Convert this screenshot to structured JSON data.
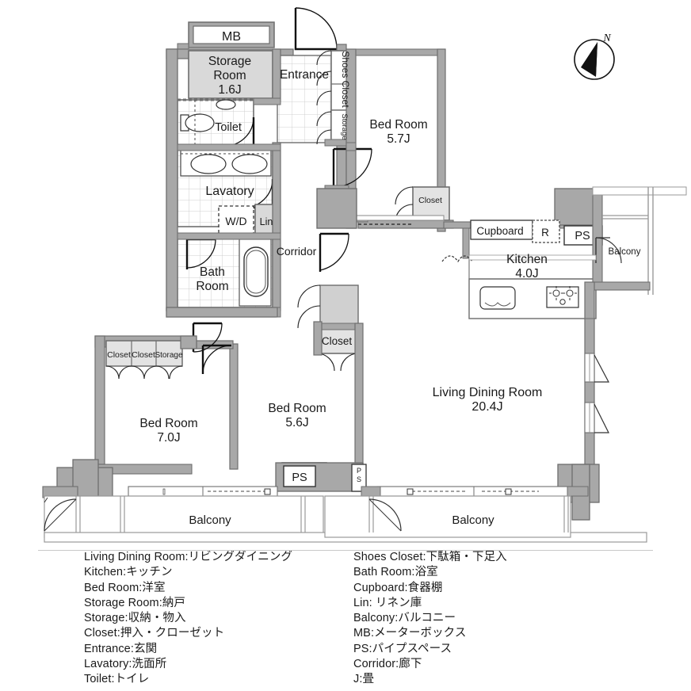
{
  "document": {
    "type": "floor-plan",
    "compass_label": "N"
  },
  "rooms": [
    {
      "id": "mb",
      "label": "MB",
      "area": ""
    },
    {
      "id": "storage-room",
      "label": "Storage\nRoom",
      "area": "1.6J"
    },
    {
      "id": "entrance",
      "label": "Entrance",
      "area": ""
    },
    {
      "id": "shoes-closet",
      "label": "Shoes Closet",
      "area": ""
    },
    {
      "id": "storage-ent",
      "label": "Storage",
      "area": ""
    },
    {
      "id": "toilet",
      "label": "Toilet",
      "area": ""
    },
    {
      "id": "lavatory",
      "label": "Lavatory",
      "area": ""
    },
    {
      "id": "wd",
      "label": "W/D",
      "area": ""
    },
    {
      "id": "lin",
      "label": "Lin",
      "area": ""
    },
    {
      "id": "bath-room",
      "label": "Bath\nRoom",
      "area": ""
    },
    {
      "id": "corridor",
      "label": "Corridor",
      "area": ""
    },
    {
      "id": "bedroom-57",
      "label": "Bed Room",
      "area": "5.7J"
    },
    {
      "id": "closet-bed57",
      "label": "Closet",
      "area": ""
    },
    {
      "id": "cupboard",
      "label": "Cupboard",
      "area": ""
    },
    {
      "id": "refrigerator",
      "label": "R",
      "area": ""
    },
    {
      "id": "ps-kitchen",
      "label": "PS",
      "area": ""
    },
    {
      "id": "kitchen",
      "label": "Kitchen",
      "area": "4.0J"
    },
    {
      "id": "balcony-east",
      "label": "Balcony",
      "area": ""
    },
    {
      "id": "living",
      "label": "Living Dining Room",
      "area": "20.4J"
    },
    {
      "id": "closet-mid",
      "label": "Closet",
      "area": ""
    },
    {
      "id": "bedroom-56",
      "label": "Bed Room",
      "area": "5.6J"
    },
    {
      "id": "bedroom-70",
      "label": "Bed Room",
      "area": "7.0J"
    },
    {
      "id": "closet-a",
      "label": "Closet",
      "area": ""
    },
    {
      "id": "closet-b",
      "label": "Closet",
      "area": ""
    },
    {
      "id": "storage-bed",
      "label": "Storage",
      "area": ""
    },
    {
      "id": "ps-left",
      "label": "PS",
      "area": ""
    },
    {
      "id": "ps-mid",
      "label": "P\nS",
      "area": ""
    },
    {
      "id": "balcony-south-west",
      "label": "Balcony",
      "area": ""
    },
    {
      "id": "balcony-south-east",
      "label": "Balcony",
      "area": ""
    }
  ],
  "labels": {
    "mb": "MB",
    "storage_room": "Storage",
    "storage_room_2": "Room",
    "storage_room_area": "1.6J",
    "entrance": "Entrance",
    "shoes_closet": "Shoes Closet",
    "storage_small": "Storage",
    "toilet": "Toilet",
    "lavatory": "Lavatory",
    "wd": "W/D",
    "lin": "Lin",
    "bath": "Bath",
    "room": "Room",
    "corridor": "Corridor",
    "bedroom_57_name": "Bed Room",
    "bedroom_57_area": "5.7J",
    "closet": "Closet",
    "cupboard": "Cupboard",
    "refrigerator": "R",
    "ps": "PS",
    "kitchen_name": "Kitchen",
    "kitchen_area": "4.0J",
    "balcony": "Balcony",
    "living_name": "Living Dining Room",
    "living_area": "20.4J",
    "bedroom_56_name": "Bed Room",
    "bedroom_56_area": "5.6J",
    "bedroom_70_name": "Bed Room",
    "bedroom_70_area": "7.0J",
    "ps_p": "P",
    "ps_s": "S",
    "north": "N"
  },
  "legend": {
    "left_column": [
      "Living Dining Room:リビングダイニング",
      "Kitchen:キッチン",
      "Bed Room:洋室",
      "Storage Room:納戸",
      "Storage:収納・物入",
      "Closet:押入・クローゼット",
      "Entrance:玄関",
      "Lavatory:洗面所",
      "Toilet:トイレ"
    ],
    "right_column": [
      "Shoes Closet:下駄箱・下足入",
      "Bath Room:浴室",
      "Cupboard:食器棚",
      "Lin: リネン庫",
      "Balcony:バルコニー",
      "MB:メーターボックス",
      "PS:パイプスペース",
      "Corridor:廊下",
      "J:畳"
    ]
  },
  "colors": {
    "wall": "#a8a8a8",
    "wall_stroke": "#6e6e6e",
    "fill_light": "#e8e8e8",
    "fill_room": "#ffffff",
    "line": "#333333",
    "tile": "#cccccc",
    "text": "#1a1a1a"
  }
}
